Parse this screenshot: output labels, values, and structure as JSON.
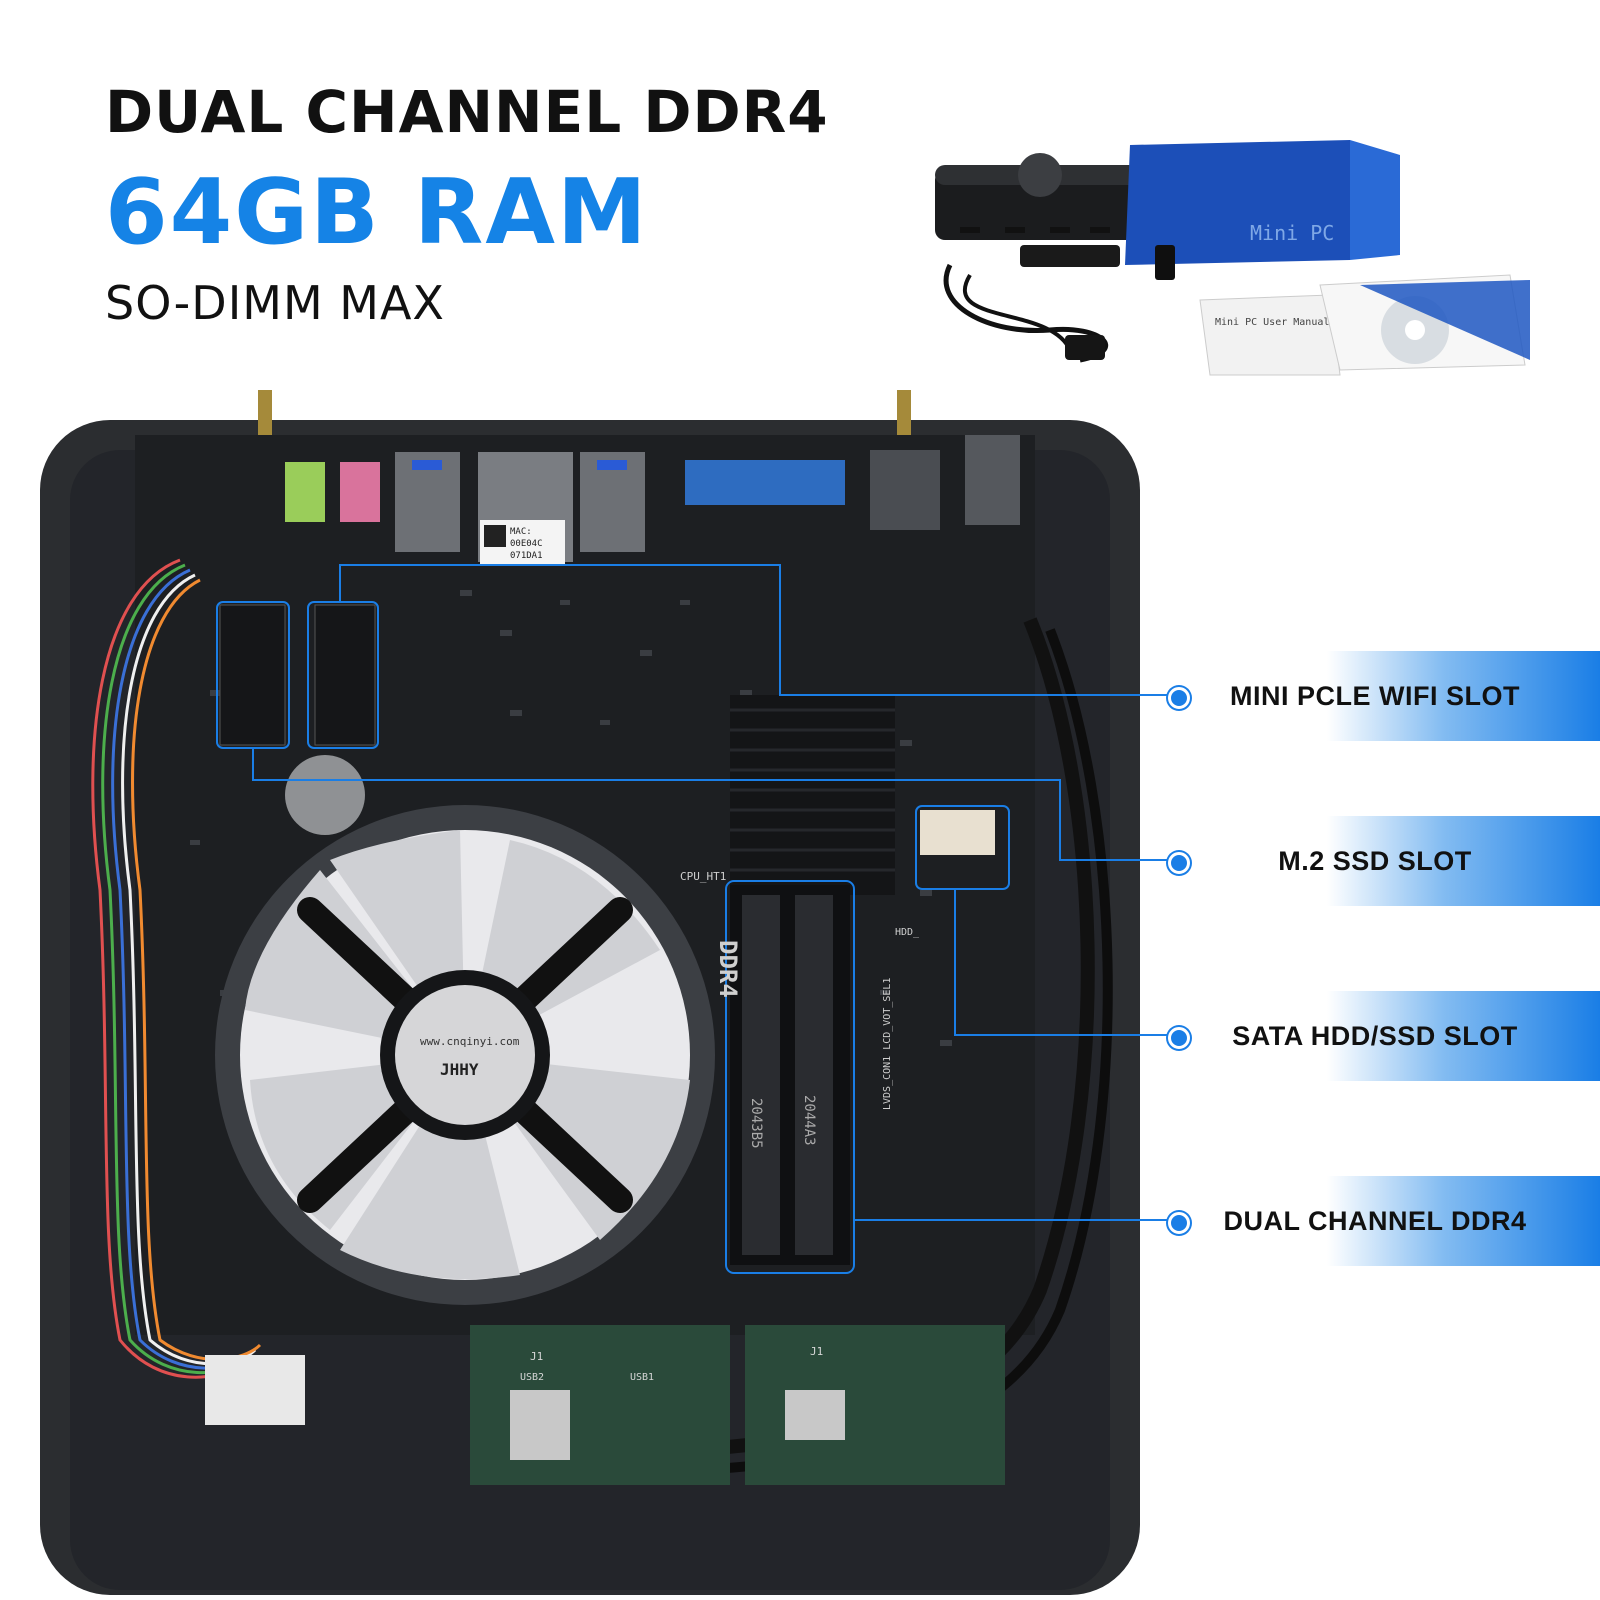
{
  "headline": {
    "line1": "DUAL CHANNEL DDR4",
    "line2": "64GB RAM",
    "line3": "SO-DIMM MAX"
  },
  "product_image": {
    "box_text": "Mini PC",
    "manual_text": "Mini PC User Manual"
  },
  "board": {
    "mac_label": "MAC:",
    "mac_value1": "00E04C",
    "mac_value2": "071DA1",
    "fan_text": "www.cnqinyi.com",
    "fan_brand": "JHHY",
    "ram1": "2043B5",
    "ram2": "2044A3",
    "ddr4_silk": "DDR4",
    "cpu_silk": "CPU_HT1",
    "lvds_silk": "LVDS_CON1  LCD_VOT_SEL1",
    "hdd_silk": "HDD_",
    "j1": "J1",
    "usb2": "USB2",
    "usb1": "USB1"
  },
  "callouts": [
    {
      "label": "MINI PCLE WIFI SLOT"
    },
    {
      "label": "M.2 SSD SLOT"
    },
    {
      "label": "SATA HDD/SSD SLOT"
    },
    {
      "label": "DUAL CHANNEL DDR4"
    }
  ],
  "colors": {
    "accent": "#1a7ee6",
    "headline_blue": "#1583e6",
    "pcb": "#1d1f22",
    "case": "#2b2d30",
    "fan_white": "#e9e9ec"
  }
}
